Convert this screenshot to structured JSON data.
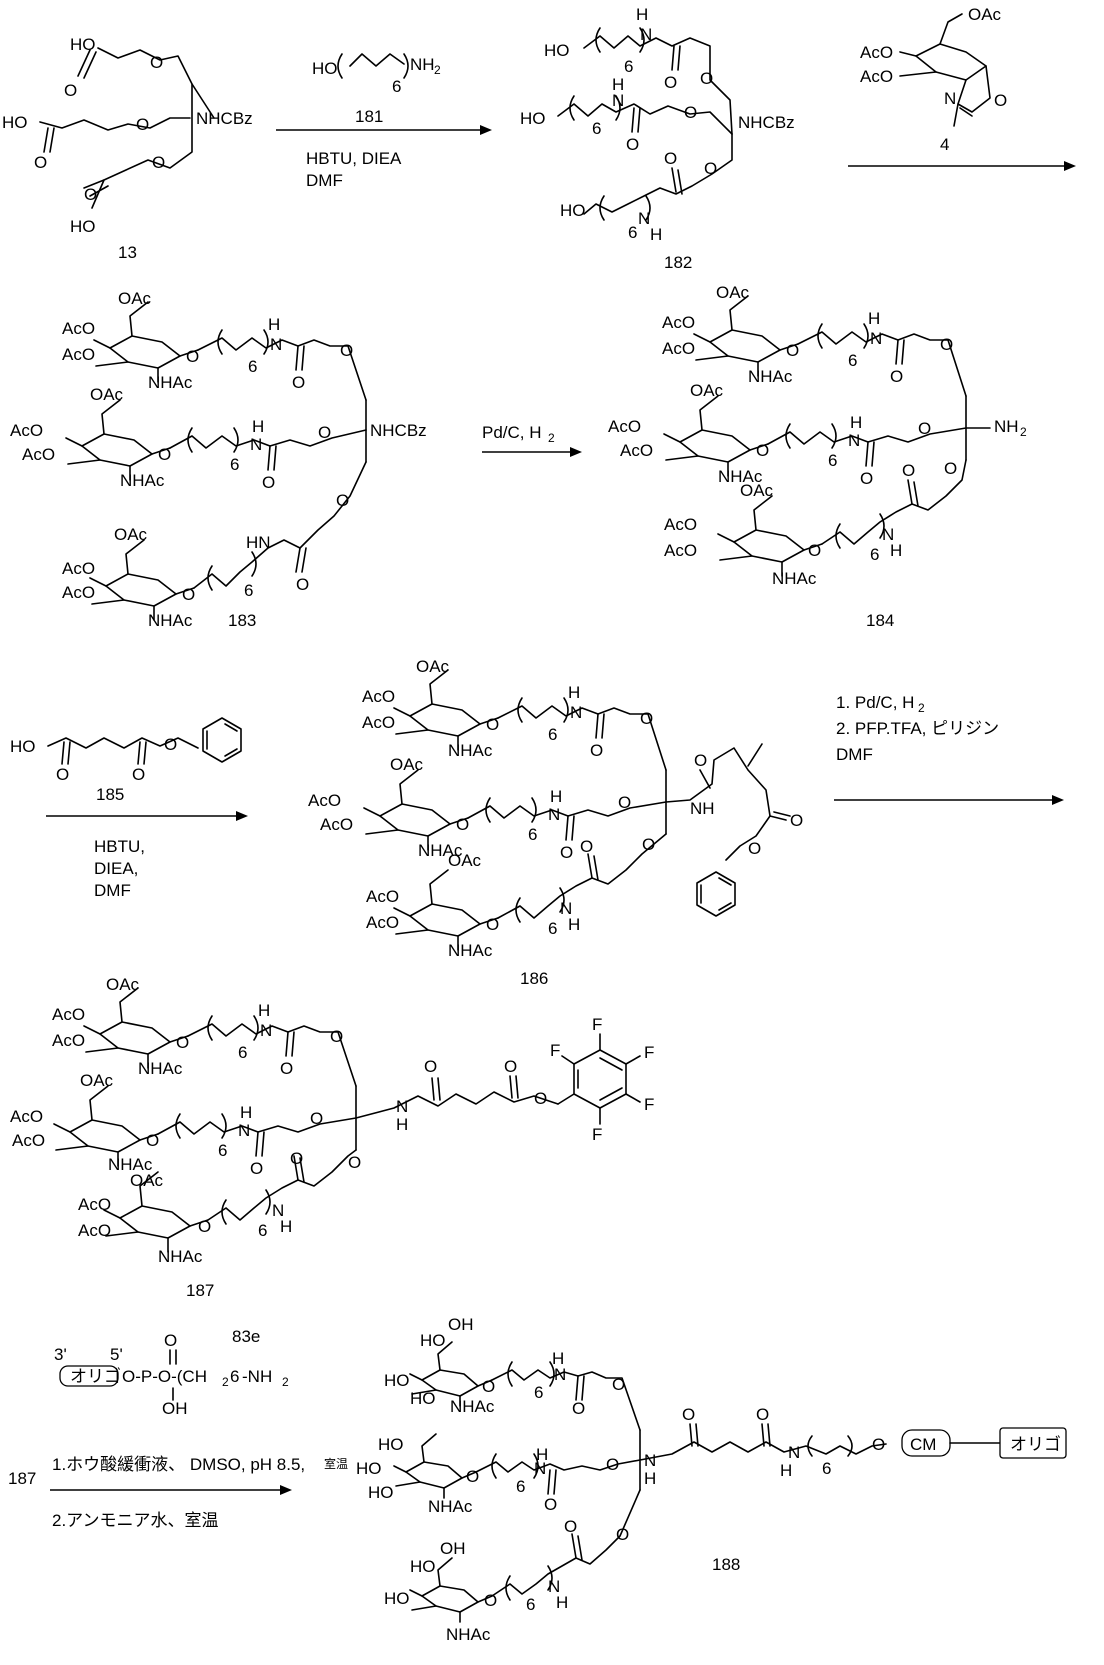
{
  "reagents": {
    "hexanolamine": {
      "ho": "HO",
      "nh2": "NH",
      "two": "2",
      "six": "6",
      "number": "181"
    },
    "oxazoline": {
      "number": "4"
    },
    "glutarate": {
      "ho": "HO",
      "o": "O",
      "number": "185"
    },
    "oligo": {
      "number": "83e",
      "p3": "3'",
      "p5": "5'",
      "oligo": "オリゴ",
      "o": "O",
      "p": "P",
      "oh": "OH",
      "chain": "O-P-O-(CH",
      "two": "2",
      "six": "6",
      "nh2": "-NH",
      "nh2sub": "2"
    }
  },
  "compounds": {
    "c13": {
      "number": "13",
      "nh": "NHCBz"
    },
    "c182": {
      "number": "182",
      "nh": "NHCBz"
    },
    "c183": {
      "number": "183",
      "nh": "NHCBz"
    },
    "c184": {
      "number": "184",
      "nh": "NH",
      "two": "2"
    },
    "c186": {
      "number": "186"
    },
    "c187": {
      "number": "187"
    },
    "c188": {
      "number": "188",
      "cm": "CM",
      "oligo": "オリゴ",
      "ref187": "187"
    }
  },
  "atoms": {
    "ho": "HO",
    "oh": "OH",
    "o": "O",
    "n": "N",
    "h": "H",
    "nh": "NH",
    "hn": "HN",
    "f": "F",
    "aco": "AcO",
    "oac": "OAc",
    "nhac": "NHAc",
    "six": "6"
  },
  "conditions": {
    "step1": [
      "HBTU, DIEA",
      "DMF"
    ],
    "step3": {
      "text": "Pd/C, H",
      "sub": "2"
    },
    "step4": [
      "HBTU,",
      "DIEA,",
      "DMF"
    ],
    "step5": {
      "line1": "1. Pd/C, H",
      "line1sub": "2",
      "line2": "2. PFP.TFA, ピリジン",
      "line3": "DMF"
    },
    "step6": {
      "line1": "1.ホウ酸緩衝液、 DMSO, pH 8.5,",
      "line1small": "室温",
      "line2": "2.アンモニア水、室温"
    }
  }
}
